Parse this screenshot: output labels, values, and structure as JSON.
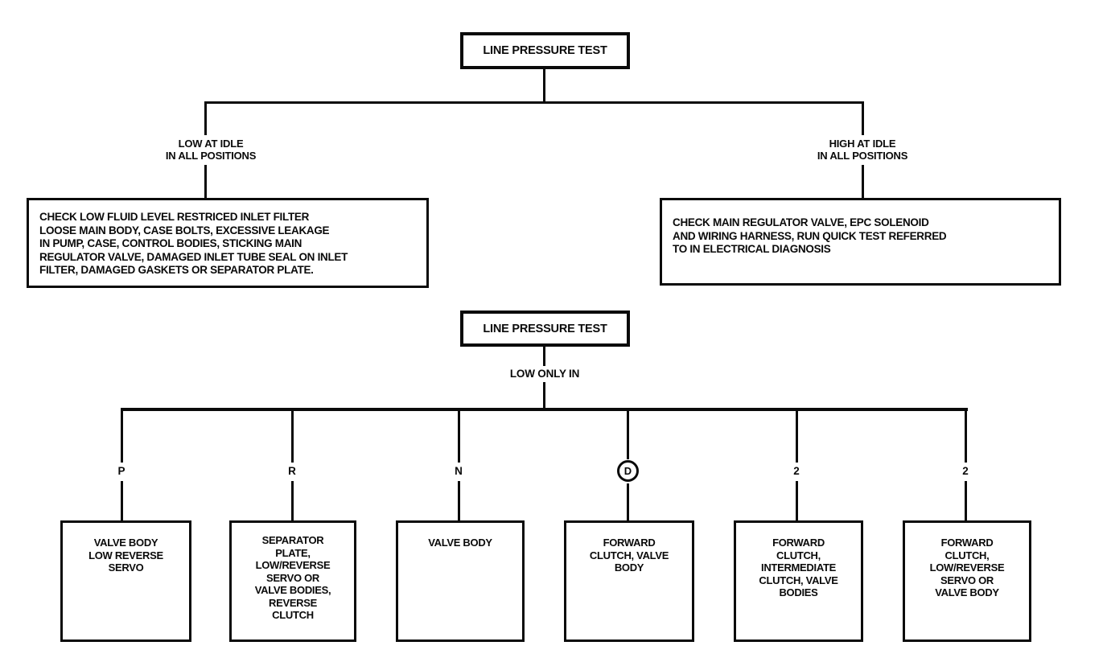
{
  "palette": {
    "ink": "#0a0a0a",
    "paper": "#ffffff"
  },
  "chart1": {
    "root": "LINE PRESSURE TEST",
    "left_branch": {
      "label": [
        "LOW AT IDLE",
        "IN ALL POSITIONS"
      ],
      "box": [
        "CHECK LOW FLUID LEVEL RESTRICED INLET FILTER",
        "LOOSE MAIN BODY, CASE BOLTS, EXCESSIVE LEAKAGE",
        "IN PUMP, CASE, CONTROL BODIES, STICKING MAIN",
        "REGULATOR VALVE, DAMAGED INLET TUBE SEAL ON INLET",
        "FILTER, DAMAGED GASKETS OR SEPARATOR PLATE."
      ]
    },
    "right_branch": {
      "label": [
        "HIGH AT IDLE",
        "IN ALL POSITIONS"
      ],
      "box": [
        "CHECK MAIN REGULATOR VALVE, EPC SOLENOID",
        "AND WIRING HARNESS, RUN QUICK TEST REFERRED",
        "TO IN ELECTRICAL DIAGNOSIS"
      ]
    }
  },
  "chart2": {
    "root": "LINE PRESSURE TEST",
    "condition": "LOW ONLY IN",
    "branches": [
      {
        "gear": "P",
        "circled": false,
        "box": [
          "VALVE BODY",
          "LOW REVERSE",
          "SERVO"
        ]
      },
      {
        "gear": "R",
        "circled": false,
        "box": [
          "SEPARATOR",
          "PLATE,",
          "LOW/REVERSE",
          "SERVO OR",
          "VALVE BODIES,",
          "REVERSE",
          "CLUTCH"
        ]
      },
      {
        "gear": "N",
        "circled": false,
        "box": [
          "VALVE BODY"
        ]
      },
      {
        "gear": "D",
        "circled": true,
        "box": [
          "FORWARD",
          "CLUTCH, VALVE",
          "BODY"
        ]
      },
      {
        "gear": "2",
        "circled": false,
        "box": [
          "FORWARD",
          "CLUTCH,",
          "INTERMEDIATE",
          "CLUTCH, VALVE",
          "BODIES"
        ]
      },
      {
        "gear": "2",
        "circled": false,
        "box": [
          "FORWARD",
          "CLUTCH,",
          "LOW/REVERSE",
          "SERVO OR",
          "VALVE BODY"
        ]
      }
    ]
  }
}
